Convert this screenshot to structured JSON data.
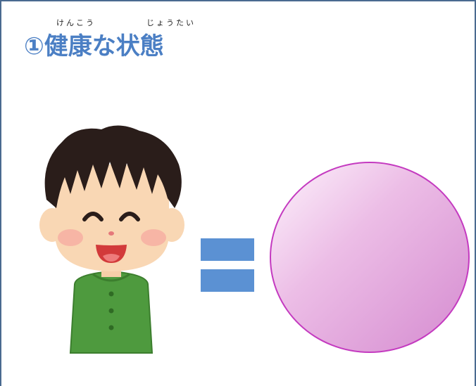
{
  "slide": {
    "title": "①健康な状態",
    "ruby_kenkou": "けんこう",
    "ruby_joutai": "じょうたい"
  },
  "colors": {
    "border": "#4a6a90",
    "title": "#4b7fc4",
    "equals": "#5b91d3",
    "circle_stroke": "#c43ac0",
    "circle_fill_light": "#fdf3fc",
    "circle_fill_dark": "#d58bd0",
    "shirt": "#4e9a3e",
    "skin": "#f9d7b4",
    "hair": "#2a1d1a"
  },
  "icons": {
    "person": "smiling-boy-illustration",
    "equals": "equals-sign",
    "circle": "empty-circle"
  }
}
